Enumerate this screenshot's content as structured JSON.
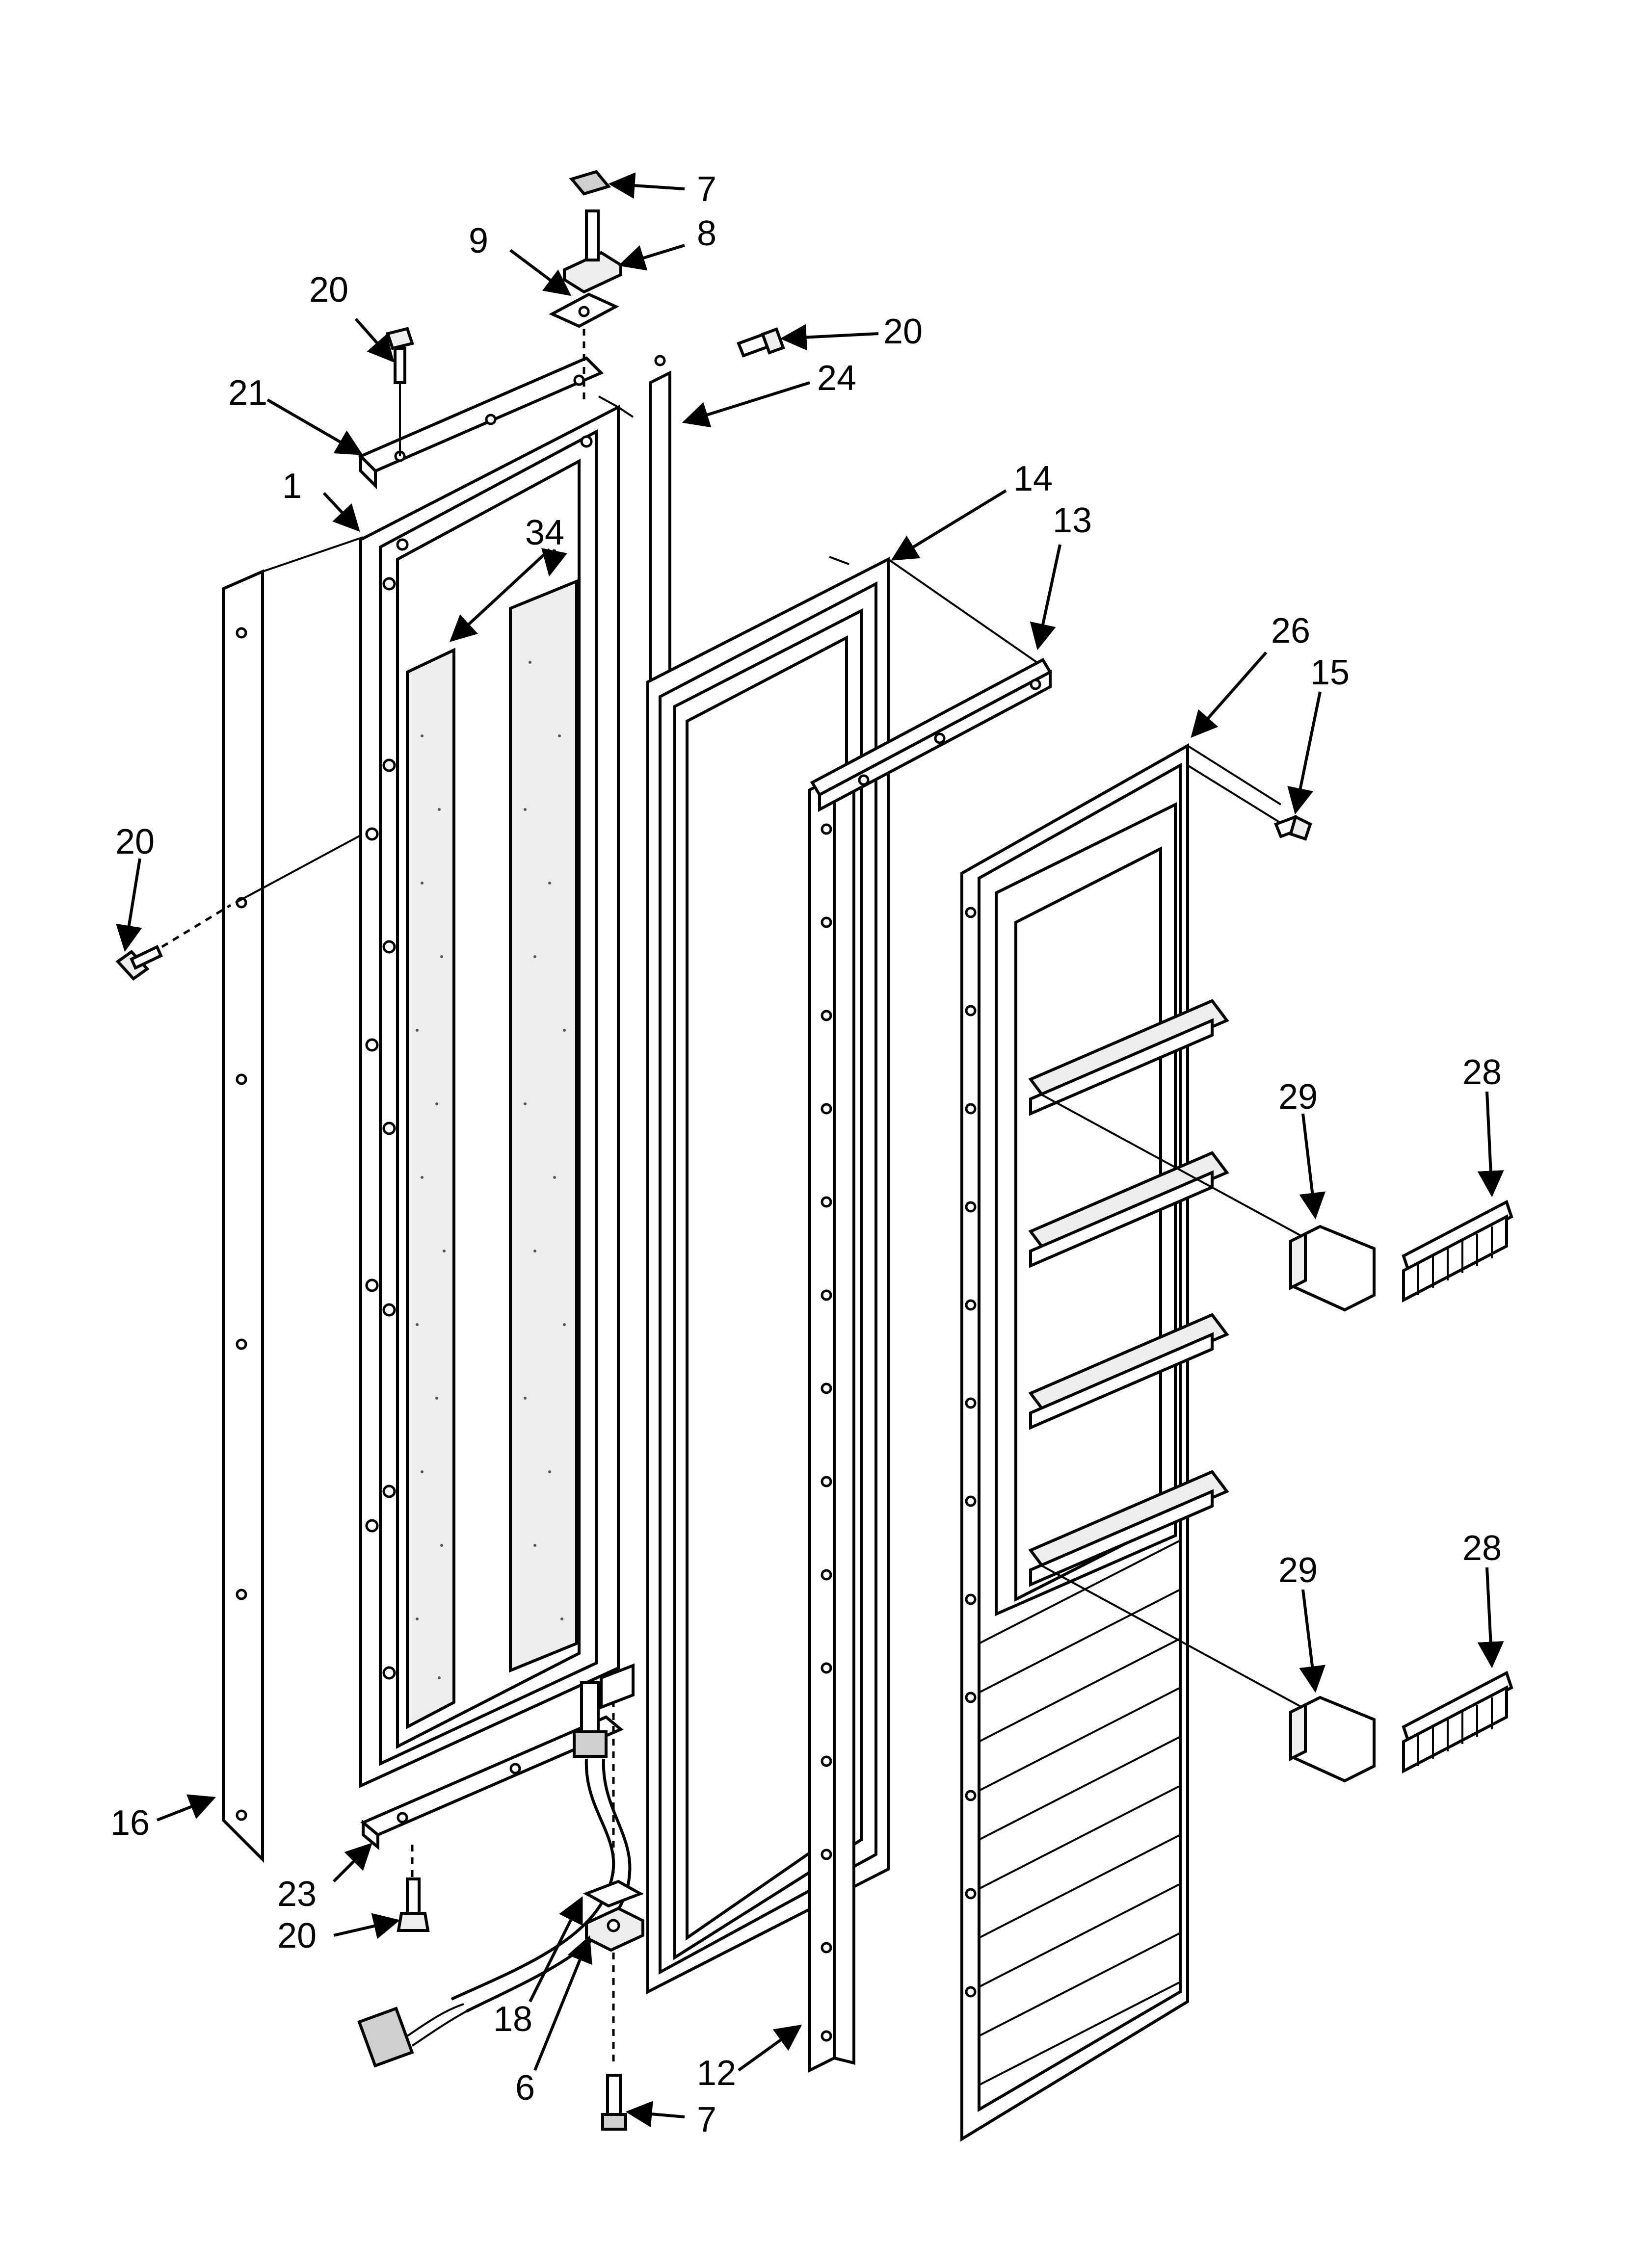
{
  "callouts": [
    {
      "key": "c7a",
      "label": "7"
    },
    {
      "key": "c8",
      "label": "8"
    },
    {
      "key": "c9",
      "label": "9"
    },
    {
      "key": "c20a",
      "label": "20"
    },
    {
      "key": "c20b",
      "label": "20"
    },
    {
      "key": "c21",
      "label": "21"
    },
    {
      "key": "c24",
      "label": "24"
    },
    {
      "key": "c1",
      "label": "1"
    },
    {
      "key": "c14",
      "label": "14"
    },
    {
      "key": "c13",
      "label": "13"
    },
    {
      "key": "c34",
      "label": "34"
    },
    {
      "key": "c26",
      "label": "26"
    },
    {
      "key": "c15",
      "label": "15"
    },
    {
      "key": "c20c",
      "label": "20"
    },
    {
      "key": "c28a",
      "label": "28"
    },
    {
      "key": "c29a",
      "label": "29"
    },
    {
      "key": "c28b",
      "label": "28"
    },
    {
      "key": "c29b",
      "label": "29"
    },
    {
      "key": "c16",
      "label": "16"
    },
    {
      "key": "c23",
      "label": "23"
    },
    {
      "key": "c20d",
      "label": "20"
    },
    {
      "key": "c18",
      "label": "18"
    },
    {
      "key": "c6",
      "label": "6"
    },
    {
      "key": "c12",
      "label": "12"
    },
    {
      "key": "c7b",
      "label": "7"
    }
  ]
}
